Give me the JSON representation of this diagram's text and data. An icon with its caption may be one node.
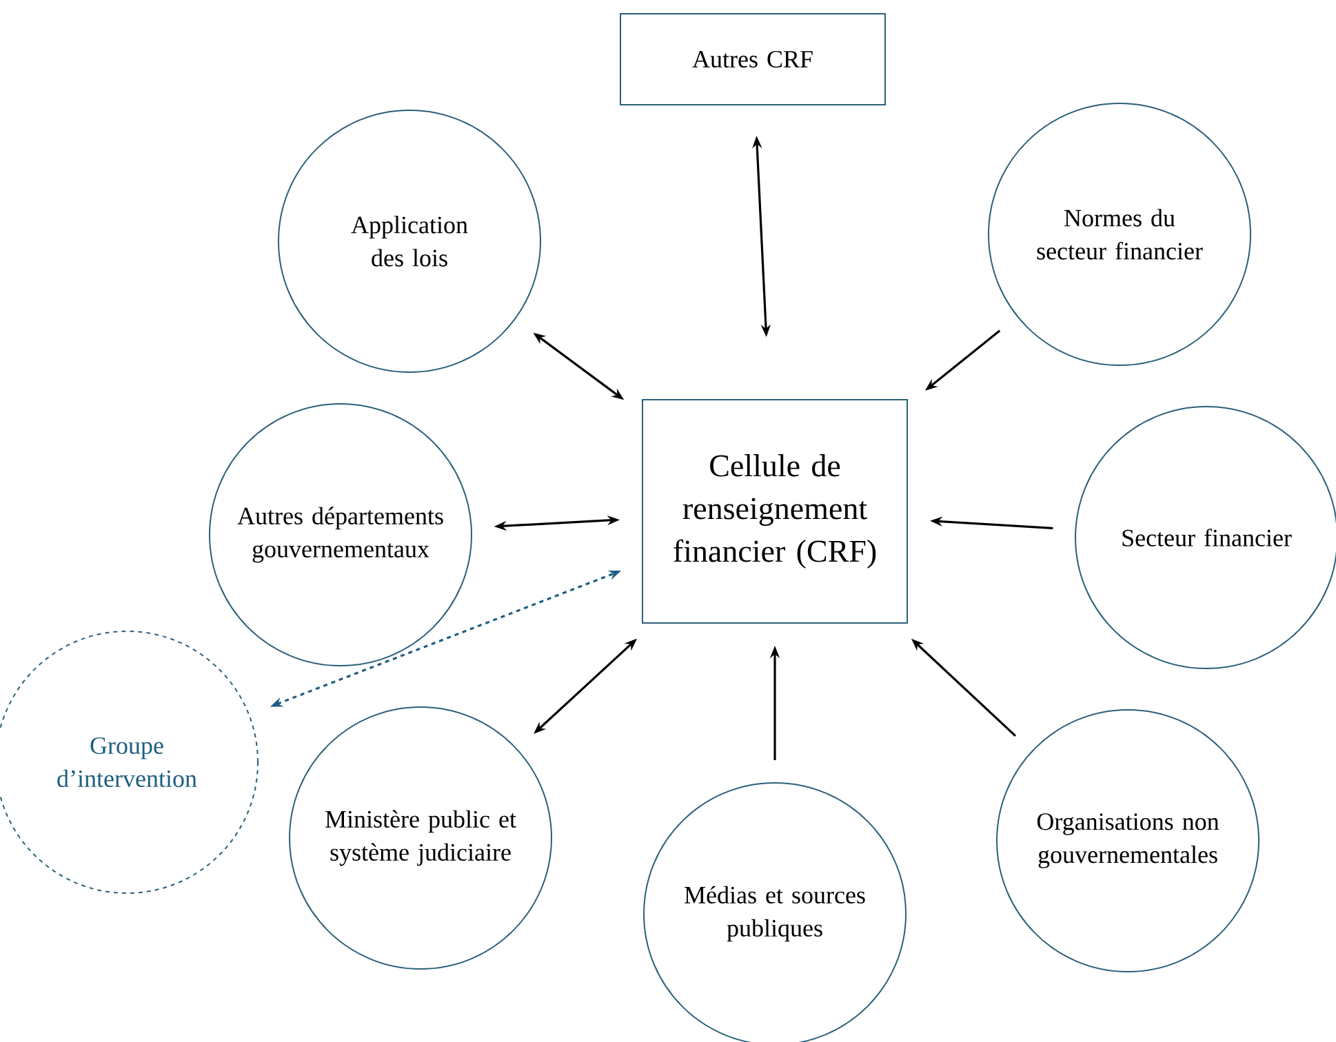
{
  "diagram": {
    "nodes": [
      {
        "text": [
          "Autres CRF"
        ]
      },
      {
        "text": [
          "Application des lois"
        ]
      },
      {
        "text": [
          "Normes du secteur financier"
        ]
      },
      {
        "text": [
          "Cellule de renseignement financier (CRF)"
        ]
      },
      {
        "text": [
          "Autres départements gouvernementaux"
        ]
      },
      {
        "text": [
          "Secteur financier"
        ]
      },
      {
        "text": [
          "Groupe d’intervention"
        ]
      },
      {
        "text": [
          "Ministère public et système judiciaire"
        ]
      },
      {
        "text": [
          "Médias et sources publiques"
        ]
      },
      {
        "text": [
          "Organisations non gouvernementales"
        ]
      }
    ],
    "edges": [
      {
        "from": 0,
        "to": 3,
        "arrow": "both"
      },
      {
        "from": 1,
        "to": 3,
        "arrow": "both"
      },
      {
        "from": 2,
        "to": 3,
        "arrow": "to"
      },
      {
        "from": 4,
        "to": 3,
        "arrow": "both"
      },
      {
        "from": 5,
        "to": 3,
        "arrow": "to"
      },
      {
        "from": 6,
        "to": 3,
        "arrow": "both",
        "style": "dashed",
        "color": "#1d5f80"
      },
      {
        "from": 7,
        "to": 3,
        "arrow": "both"
      },
      {
        "from": 8,
        "to": 3,
        "arrow": "to"
      },
      {
        "from": 9,
        "to": 3,
        "arrow": "to"
      }
    ]
  }
}
